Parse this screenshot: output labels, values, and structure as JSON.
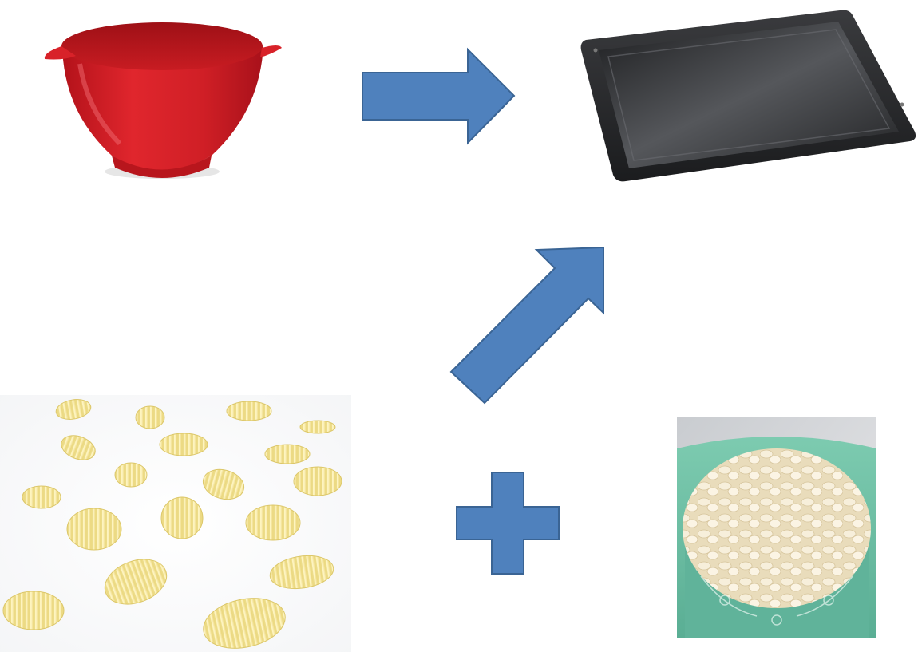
{
  "colors": {
    "arrow_fill": "#4f81bd",
    "arrow_stroke": "#3a6494",
    "bowl_red": "#d42027",
    "tray_dark": "#2a2b2d",
    "butter_yellow": "#f3e59a",
    "almond_cream": "#efe3c6",
    "bowl_teal": "#6fbfa2"
  },
  "items": {
    "mixing_bowl": {
      "icon": "mixing-bowl-icon"
    },
    "baking_tray": {
      "icon": "baking-tray-icon"
    },
    "butter_curls": {
      "icon": "butter-curls-icon"
    },
    "sliced_almonds": {
      "icon": "almond-bowl-icon"
    }
  },
  "connectors": [
    {
      "icon": "arrow-right-icon",
      "from": "mixing_bowl",
      "to": "baking_tray"
    },
    {
      "icon": "arrow-up-right-icon",
      "from": "combination",
      "to": "baking_tray"
    },
    {
      "icon": "plus-icon",
      "joins": [
        "butter_curls",
        "sliced_almonds"
      ]
    }
  ]
}
